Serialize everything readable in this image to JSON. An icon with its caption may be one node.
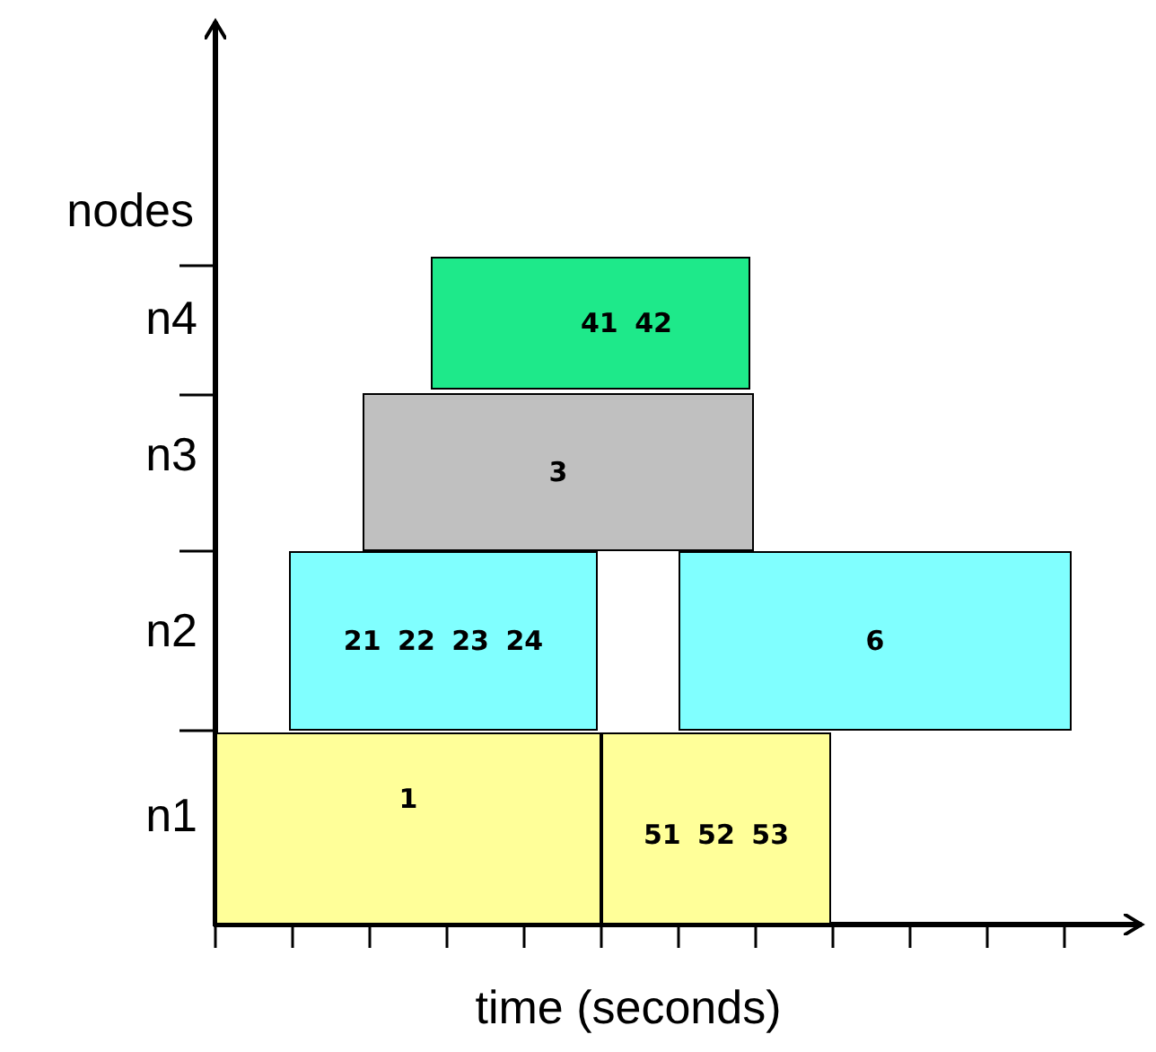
{
  "diagram": {
    "nodes": [
      {
        "text": [
          "41 42"
        ]
      },
      {
        "text": [
          "3"
        ]
      },
      {
        "text": [
          "21 22 23 24"
        ]
      },
      {
        "text": [
          "6"
        ]
      },
      {
        "text": [
          "1"
        ]
      },
      {
        "text": [
          "51 52 53"
        ]
      }
    ],
    "labels": [
      "nodes",
      "n4",
      "n3",
      "n2",
      "n1",
      "time (seconds)"
    ]
  }
}
